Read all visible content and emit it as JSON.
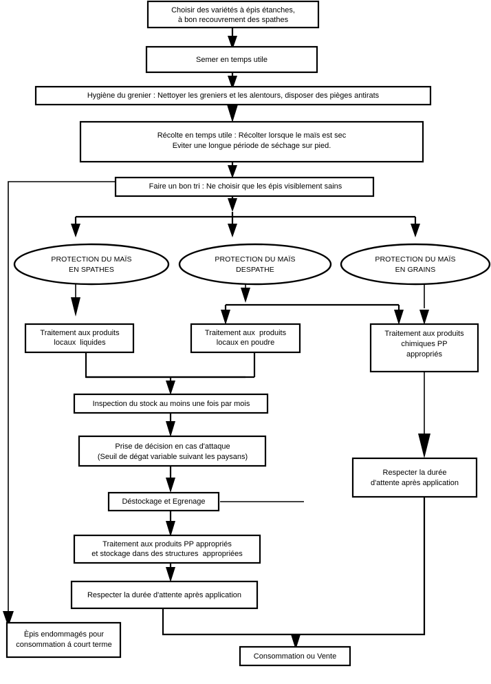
{
  "diagram": {
    "title": "Flowchart de protection du maïs",
    "background_color": "#ffffff",
    "line_color": "#000000",
    "text_color": "#000000"
  },
  "nodes": {
    "choisir_varietes": {
      "shape": "rect",
      "line1": "Choisir des variétés à épis étanches,",
      "line2": "à bon recouvrement des spathes"
    },
    "semer": {
      "shape": "rect",
      "line1": "Semer en temps utile"
    },
    "hygiene_grenier": {
      "shape": "rect",
      "line1": "Hygiène du grenier : Nettoyer les greniers et les alentours, disposer des pièges antirats"
    },
    "recolte": {
      "shape": "rect",
      "line1": "Récolte en temps utile : Récolter lorsque le maïs est sec",
      "line2": "Eviter une longue période de séchage sur pied."
    },
    "bon_tri": {
      "shape": "rect",
      "line1": "Faire un bon tri : Ne choisir que les épis visiblement sains"
    },
    "protection_spathes": {
      "shape": "ellipse",
      "line1": "PROTECTION DU MAÏS",
      "line2": "EN SPATHES"
    },
    "protection_despathe": {
      "shape": "ellipse",
      "line1": "PROTECTION DU  MAÏS",
      "line2": "DESPATHE"
    },
    "protection_grains": {
      "shape": "ellipse",
      "line1": "PROTECTION DU MAÏS",
      "line2": "EN GRAINS"
    },
    "traitement_liquides": {
      "shape": "rect",
      "line1": "Traitement aux produits",
      "line2": "locaux  liquides"
    },
    "traitement_poudre": {
      "shape": "rect",
      "line1": "Traitement aux  produits",
      "line2": "locaux en poudre"
    },
    "traitement_chimiques": {
      "shape": "rect",
      "line1": "Traitement aux produits",
      "line2": "chimiques PP",
      "line3": "appropriés"
    },
    "inspection_stock": {
      "shape": "rect",
      "line1": "Inspection du stock au moins une fois par mois"
    },
    "prise_decision": {
      "shape": "rect",
      "line1": "Prise de décision en cas d'attaque",
      "line2": "(Seuil de dégat variable suivant les paysans)"
    },
    "destockage": {
      "shape": "rect",
      "line1": "Déstockage et Egrenage"
    },
    "traitement_pp_stockage": {
      "shape": "rect",
      "line1": "Traitement aux produits PP appropriés",
      "line2": "et stockage dans des structures  appropriées"
    },
    "respecter_duree_left": {
      "shape": "rect",
      "line1": "Respecter la durée d'attente après application"
    },
    "respecter_duree_right": {
      "shape": "rect",
      "line1": "Respecter la durée",
      "line2": "d'attente après application"
    },
    "epis_endommages": {
      "shape": "rect",
      "line1": "Èpis endommagés pour",
      "line2": "consommation á court terme"
    },
    "consommation_vente": {
      "shape": "rect",
      "line1": "Consommation ou Vente"
    }
  }
}
